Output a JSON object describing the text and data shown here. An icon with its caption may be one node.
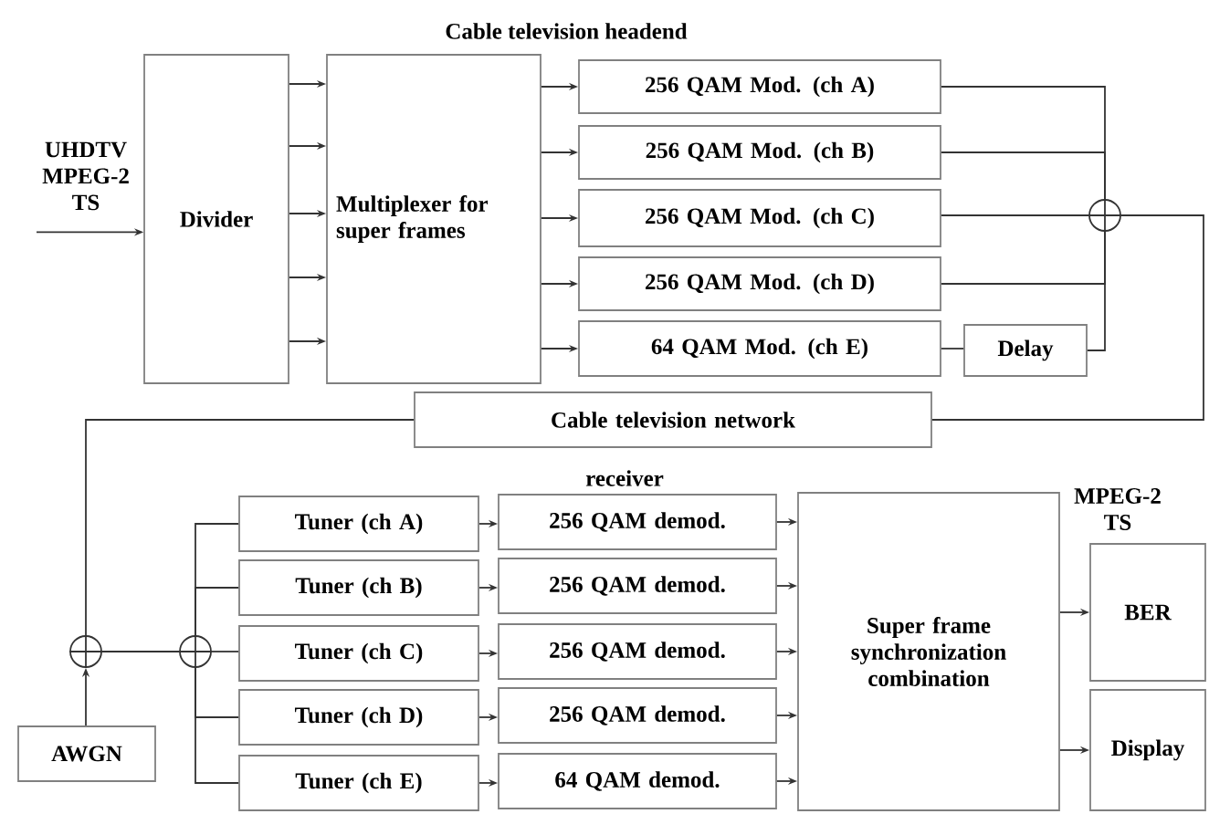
{
  "diagram": {
    "nodes": [
      {
        "text": [
          "UHDTV MPEG-2 TS"
        ]
      },
      {
        "text": [
          "Divider"
        ]
      },
      {
        "text": [
          "Multiplexer for super frames"
        ]
      },
      {
        "text": [
          "256 QAM Mod. (ch A)"
        ]
      },
      {
        "text": [
          "256 QAM Mod. (ch B)"
        ]
      },
      {
        "text": [
          "256 QAM Mod. (ch C)"
        ]
      },
      {
        "text": [
          "256 QAM Mod. (ch D)"
        ]
      },
      {
        "text": [
          "64 QAM Mod. (ch E)"
        ]
      },
      {
        "text": [
          "Delay"
        ]
      },
      {
        "text": [],
        "shape": "circle"
      },
      {
        "text": [
          "Cable television network"
        ]
      },
      {
        "text": [],
        "shape": "circle"
      },
      {
        "text": [
          "AWGN"
        ]
      },
      {
        "text": [],
        "shape": "circle"
      },
      {
        "text": [
          "Tuner (ch A)"
        ]
      },
      {
        "text": [
          "Tuner (ch B)"
        ]
      },
      {
        "text": [
          "Tuner (ch C)"
        ]
      },
      {
        "text": [
          "Tuner (ch D)"
        ]
      },
      {
        "text": [
          "Tuner (ch E)"
        ]
      },
      {
        "text": [
          "256 QAM demod."
        ]
      },
      {
        "text": [
          "256 QAM demod."
        ]
      },
      {
        "text": [
          "256 QAM demod."
        ]
      },
      {
        "text": [
          "256 QAM demod."
        ]
      },
      {
        "text": [
          "64 QAM demod."
        ]
      },
      {
        "text": [
          "Super frame synchronization combination"
        ]
      },
      {
        "text": [
          "BER"
        ]
      },
      {
        "text": [
          "Display"
        ]
      }
    ],
    "edges": [
      {
        "from": 0,
        "to": 1,
        "arrow": "to"
      },
      {
        "from": 1,
        "to": 2,
        "arrow": "to"
      },
      {
        "from": 1,
        "to": 2,
        "arrow": "to"
      },
      {
        "from": 1,
        "to": 2,
        "arrow": "to"
      },
      {
        "from": 1,
        "to": 2,
        "arrow": "to"
      },
      {
        "from": 1,
        "to": 2,
        "arrow": "to"
      },
      {
        "from": 2,
        "to": 3,
        "arrow": "to"
      },
      {
        "from": 2,
        "to": 4,
        "arrow": "to"
      },
      {
        "from": 2,
        "to": 5,
        "arrow": "to"
      },
      {
        "from": 2,
        "to": 6,
        "arrow": "to"
      },
      {
        "from": 2,
        "to": 7,
        "arrow": "to"
      },
      {
        "from": 3,
        "to": 9,
        "arrow": "none"
      },
      {
        "from": 4,
        "to": 9,
        "arrow": "none"
      },
      {
        "from": 5,
        "to": 9,
        "arrow": "none"
      },
      {
        "from": 6,
        "to": 9,
        "arrow": "none"
      },
      {
        "from": 7,
        "to": 8,
        "arrow": "none"
      },
      {
        "from": 8,
        "to": 9,
        "arrow": "none"
      },
      {
        "from": 9,
        "to": 10,
        "arrow": "none"
      },
      {
        "from": 10,
        "to": 11,
        "arrow": "none"
      },
      {
        "from": 12,
        "to": 11,
        "arrow": "to"
      },
      {
        "from": 11,
        "to": 13,
        "arrow": "none"
      },
      {
        "from": 13,
        "to": 14,
        "arrow": "none"
      },
      {
        "from": 13,
        "to": 15,
        "arrow": "none"
      },
      {
        "from": 13,
        "to": 16,
        "arrow": "none"
      },
      {
        "from": 13,
        "to": 17,
        "arrow": "none"
      },
      {
        "from": 13,
        "to": 18,
        "arrow": "none"
      },
      {
        "from": 14,
        "to": 19,
        "arrow": "to"
      },
      {
        "from": 15,
        "to": 20,
        "arrow": "to"
      },
      {
        "from": 16,
        "to": 21,
        "arrow": "to"
      },
      {
        "from": 17,
        "to": 22,
        "arrow": "to"
      },
      {
        "from": 18,
        "to": 23,
        "arrow": "to"
      },
      {
        "from": 19,
        "to": 24,
        "arrow": "to"
      },
      {
        "from": 20,
        "to": 24,
        "arrow": "to"
      },
      {
        "from": 21,
        "to": 24,
        "arrow": "to"
      },
      {
        "from": 22,
        "to": 24,
        "arrow": "to"
      },
      {
        "from": 23,
        "to": 24,
        "arrow": "to"
      },
      {
        "from": 24,
        "to": 25,
        "arrow": "to"
      },
      {
        "from": 24,
        "to": 26,
        "arrow": "to"
      }
    ],
    "labels": [
      "Cable television headend",
      "receiver",
      "MPEG-2 TS"
    ]
  }
}
